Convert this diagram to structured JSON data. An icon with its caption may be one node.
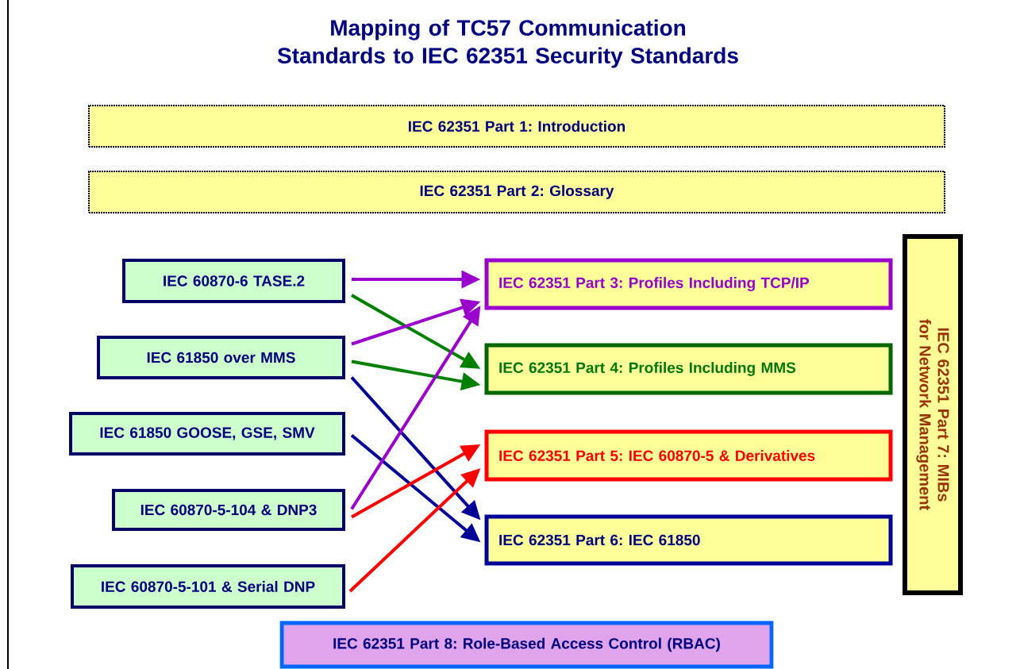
{
  "diagram": {
    "title": "Mapping of TC57 Communication Standards to IEC 62351 Security Standards",
    "nodes": [
      {
        "text": [
          "IEC 62351 Part 1: Introduction"
        ]
      },
      {
        "text": [
          "IEC 62351 Part 2: Glossary"
        ]
      },
      {
        "text": [
          "IEC 60870-6 TASE.2"
        ]
      },
      {
        "text": [
          "IEC 61850 over MMS"
        ]
      },
      {
        "text": [
          "IEC 61850 GOOSE, GSE, SMV"
        ]
      },
      {
        "text": [
          "IEC 60870-5-104 & DNP3"
        ]
      },
      {
        "text": [
          "IEC 60870-5-101 & Serial DNP"
        ]
      },
      {
        "text": [
          "IEC 62351 Part 3: Profiles Including TCP/IP"
        ]
      },
      {
        "text": [
          "IEC 62351 Part 4: Profiles Including MMS"
        ]
      },
      {
        "text": [
          "IEC 62351 Part 5: IEC 60870-5 & Derivatives"
        ]
      },
      {
        "text": [
          "IEC 62351 Part 6: IEC 61850"
        ]
      },
      {
        "text": [
          "IEC 62351 Part 7: MIBs for Network Management"
        ]
      },
      {
        "text": [
          "IEC 62351 Part 8: Role-Based Access Control (RBAC)"
        ]
      }
    ],
    "edges": [
      {
        "from": 2,
        "to": 7,
        "arrow": "to",
        "color": "#9900cc"
      },
      {
        "from": 2,
        "to": 8,
        "arrow": "to",
        "color": "#008000"
      },
      {
        "from": 3,
        "to": 7,
        "arrow": "to",
        "color": "#9900cc"
      },
      {
        "from": 3,
        "to": 8,
        "arrow": "to",
        "color": "#008000"
      },
      {
        "from": 3,
        "to": 10,
        "arrow": "to",
        "color": "#000099"
      },
      {
        "from": 4,
        "to": 10,
        "arrow": "to",
        "color": "#000099"
      },
      {
        "from": 5,
        "to": 7,
        "arrow": "to",
        "color": "#9900cc"
      },
      {
        "from": 5,
        "to": 9,
        "arrow": "to",
        "color": "#ff0000"
      },
      {
        "from": 6,
        "to": 9,
        "arrow": "to",
        "color": "#ff0000"
      }
    ]
  }
}
